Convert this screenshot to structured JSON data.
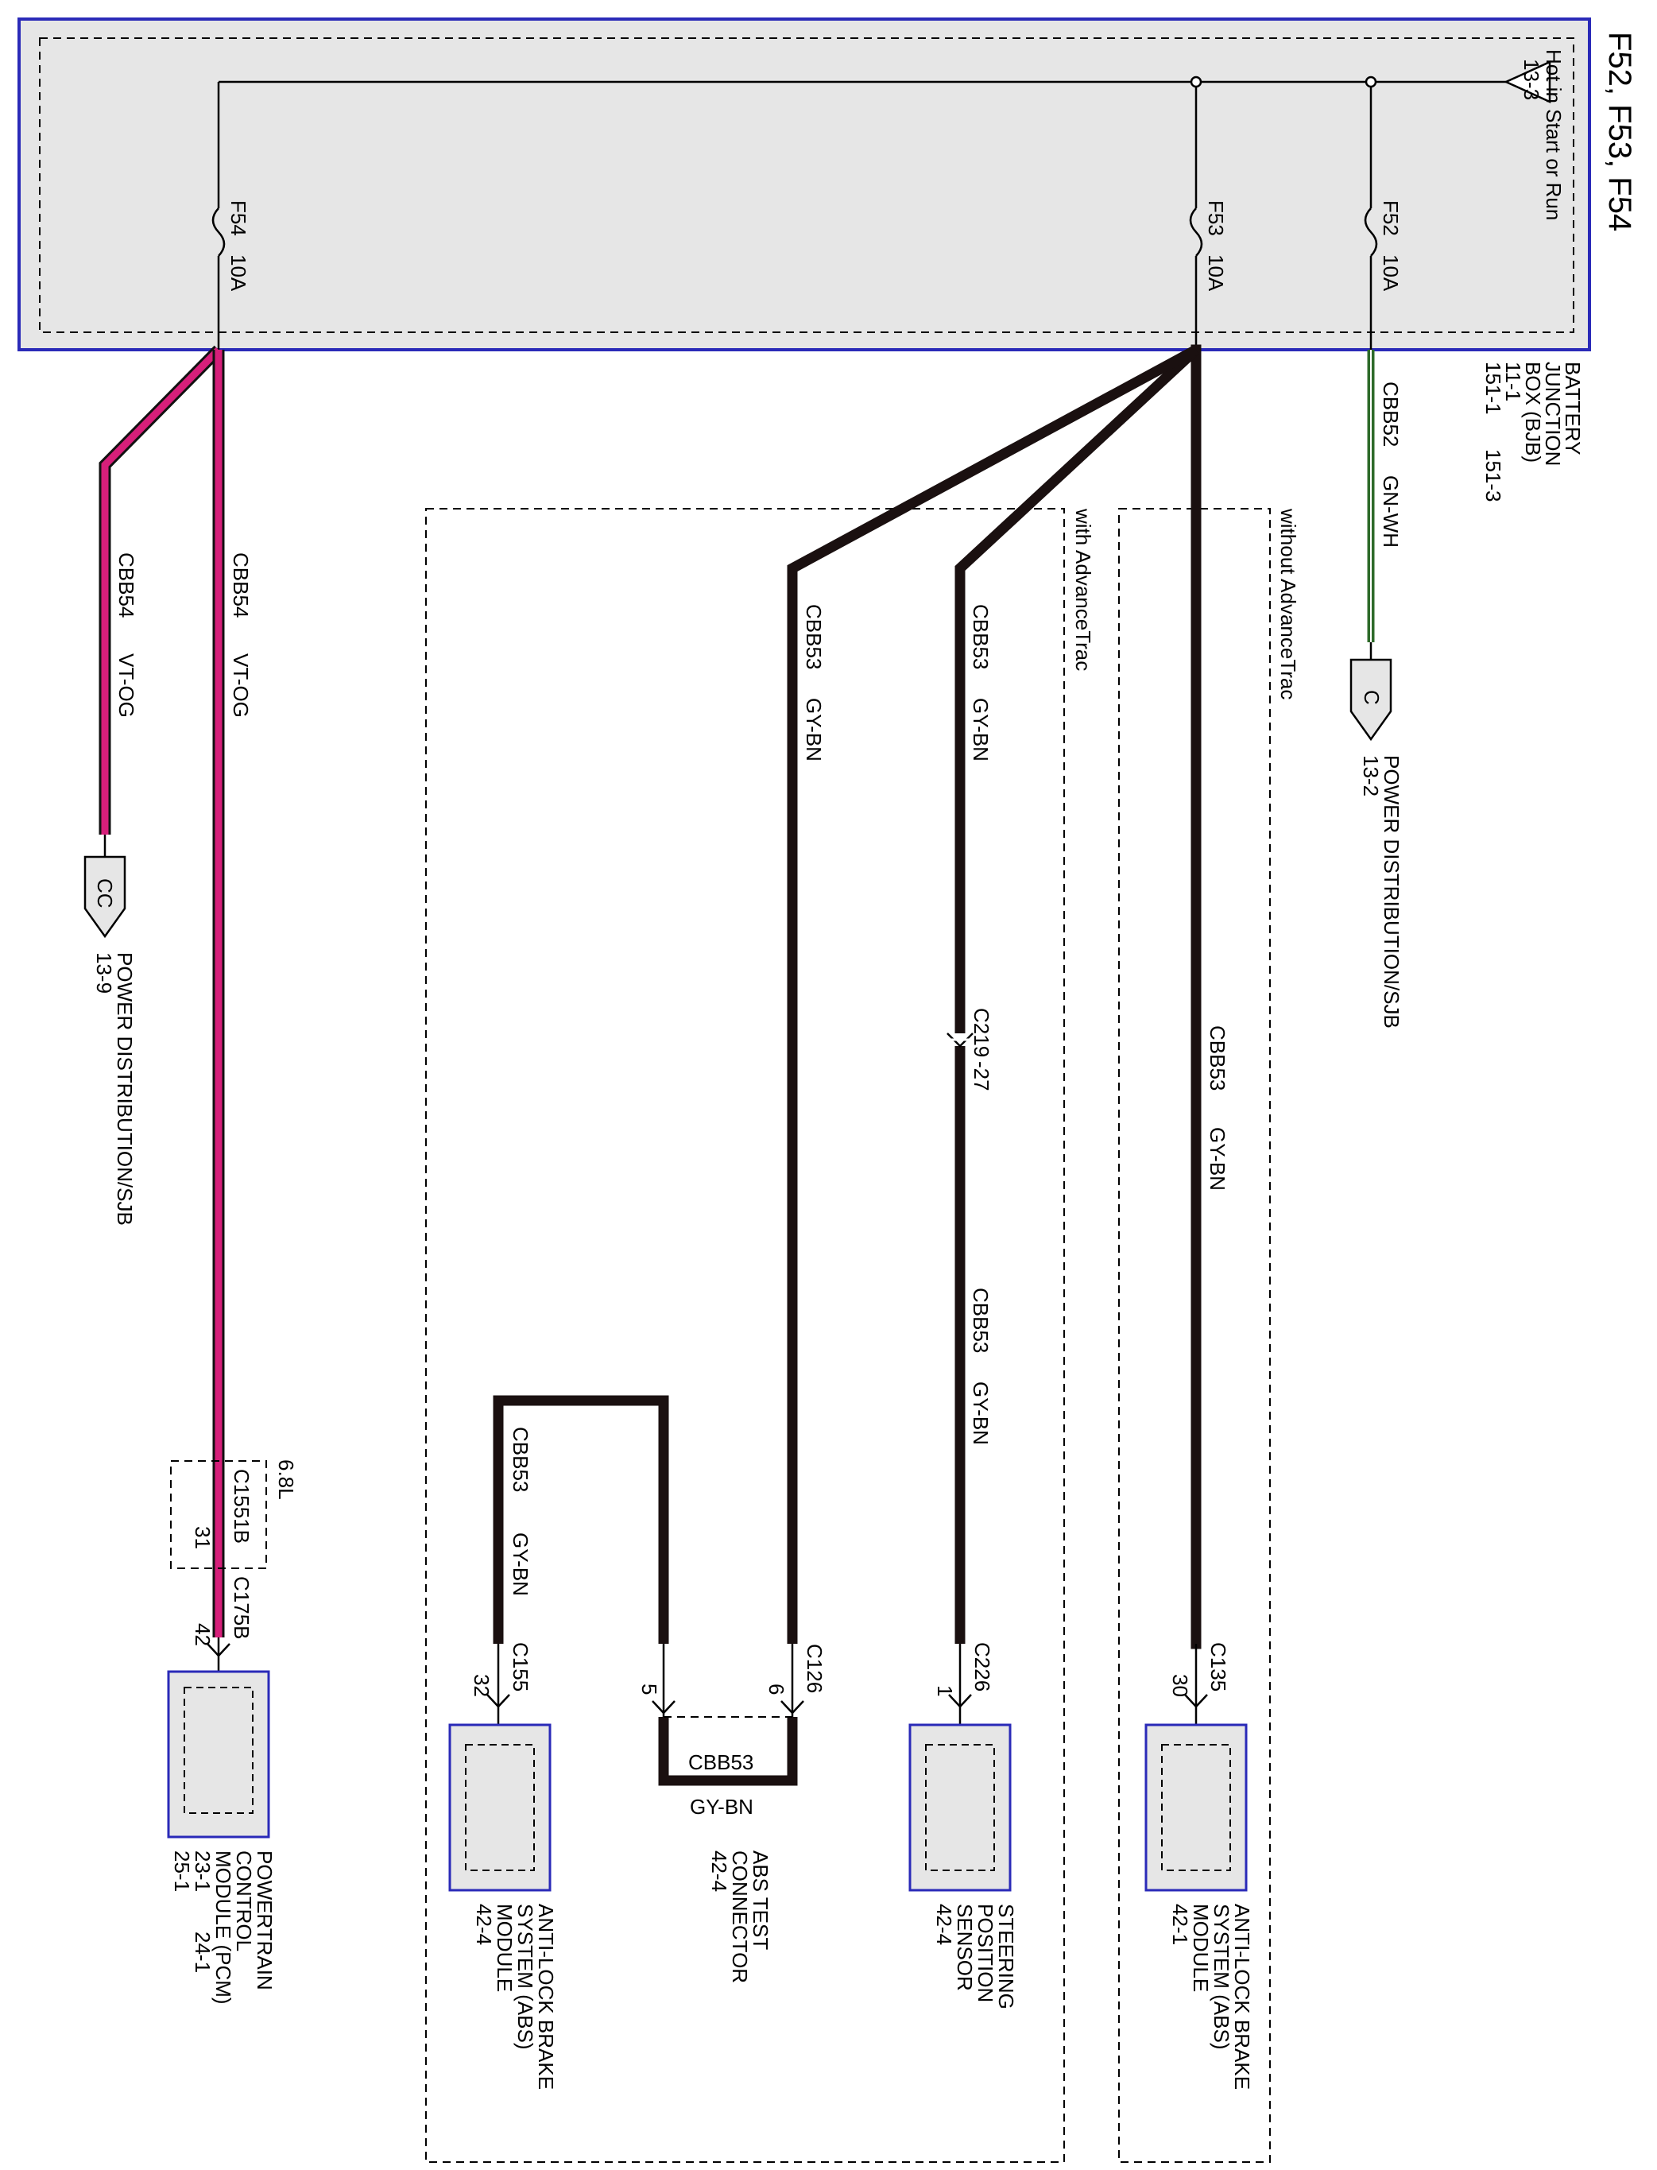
{
  "title": "F52, F53, F54",
  "colors": {
    "bjb_fill": "#e6e6e6",
    "bjb_border": "#2a2ab8",
    "wire_gy_bn": "#1a1010",
    "wire_vt_og": "#d61f7a",
    "wire_gn_wh": "#2e6b2a",
    "component_border": "#2a2ab8"
  },
  "bjb": {
    "name_lines": [
      "BATTERY",
      "JUNCTION",
      "BOX (BJB)",
      "11-1",
      "151-1"
    ],
    "ref_extra": "151-3",
    "hot_label": "Hot in Start or Run",
    "hot_ref": "13-3"
  },
  "fuses": {
    "f52": {
      "name": "F52",
      "rating": "10A"
    },
    "f53": {
      "name": "F53",
      "rating": "10A"
    },
    "f54": {
      "name": "F54",
      "rating": "10A"
    }
  },
  "regions": {
    "without_advancetrac": "without AdvanceTrac",
    "with_advancetrac": "with AdvanceTrac"
  },
  "wires": {
    "cbb52": {
      "circuit": "CBB52",
      "color": "GN-WH"
    },
    "cbb53": {
      "circuit": "CBB53",
      "color": "GY-BN"
    },
    "cbb54": {
      "circuit": "CBB54",
      "color": "VT-OG"
    }
  },
  "offpage": {
    "c": {
      "letter": "C",
      "title": "POWER DISTRIBUTION/SJB",
      "ref": "13-2"
    },
    "cc": {
      "letter": "CC",
      "title": "POWER DISTRIBUTION/SJB",
      "ref": "13-9"
    }
  },
  "connectors": {
    "c135": {
      "id": "C135",
      "pin": "30"
    },
    "c226": {
      "id": "C226",
      "pin": "1"
    },
    "c219": {
      "id": "C219",
      "pin": "-27"
    },
    "c126": {
      "id": "C126",
      "pin_a": "6",
      "pin_b": "5"
    },
    "c155": {
      "id": "C155",
      "pin": "32"
    },
    "c1551b": {
      "id": "C1551B",
      "pin": "31",
      "option": "6.8L"
    },
    "c175b": {
      "id": "C175B",
      "pin": "42"
    }
  },
  "components": {
    "abs_without": {
      "lines": [
        "ANTI-LOCK BRAKE",
        "SYSTEM (ABS)",
        "MODULE",
        "42-1"
      ]
    },
    "steering_sensor": {
      "lines": [
        "STEERING",
        "POSITION",
        "SENSOR",
        "42-4"
      ]
    },
    "abs_test": {
      "lines": [
        "ABS TEST",
        "CONNECTOR",
        "42-4"
      ]
    },
    "abs_with": {
      "lines": [
        "ANTI-LOCK BRAKE",
        "SYSTEM (ABS)",
        "MODULE",
        "42-4"
      ]
    },
    "pcm": {
      "lines": [
        "POWERTRAIN",
        "CONTROL",
        "MODULE (PCM)",
        "23-1",
        "25-1"
      ],
      "ref_extra": "24-1"
    }
  }
}
